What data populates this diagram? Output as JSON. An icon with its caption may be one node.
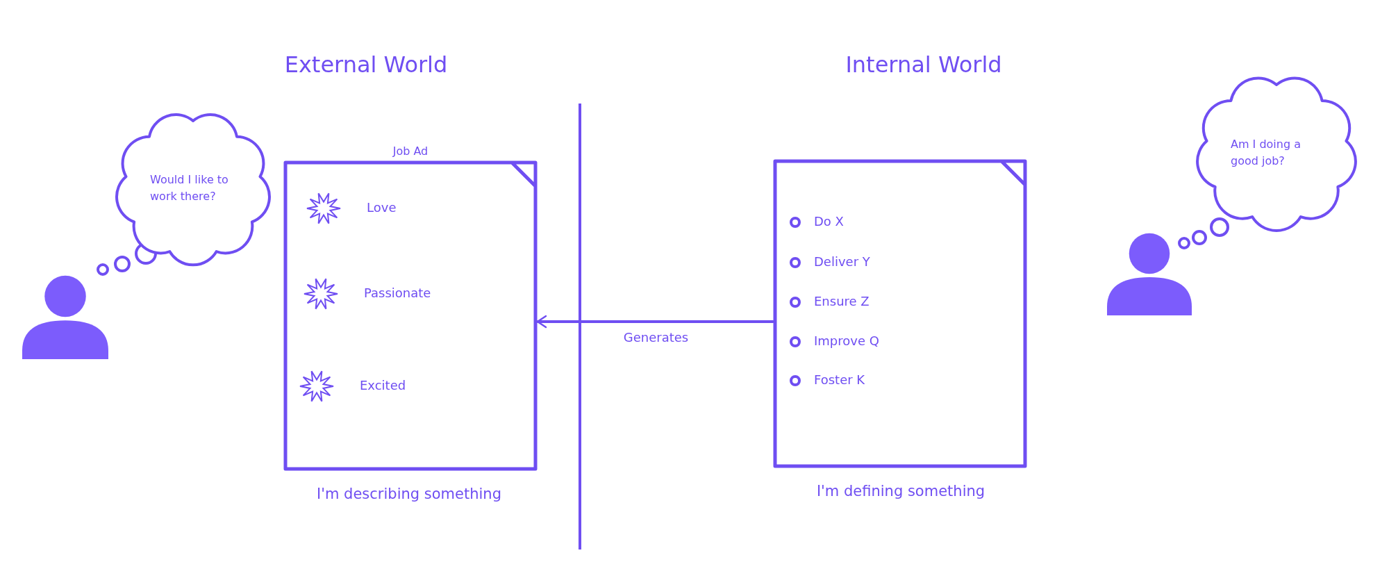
{
  "diagram": {
    "nodes": [
      {
        "text": [],
        "shape": "person"
      },
      {
        "text": [
          "Would I like to work there?"
        ]
      },
      {
        "text": [
          "Job Ad"
        ],
        "beside": [
          "I'm describing something"
        ]
      },
      {
        "text": [],
        "shape": "box",
        "beside": [
          "I'm defining something"
        ]
      },
      {
        "text": [
          "Am I doing a good job?"
        ]
      },
      {
        "text": [],
        "shape": "person"
      }
    ],
    "edges": [
      {
        "from": 3,
        "to": 2,
        "arrow": "to",
        "label": "Generates"
      }
    ],
    "labels": [
      "External World",
      "Internal World",
      "Love",
      "Passionate",
      "Excited",
      "Do X",
      "Deliver Y",
      "Ensure Z",
      "Improve Q",
      "Foster K"
    ]
  }
}
